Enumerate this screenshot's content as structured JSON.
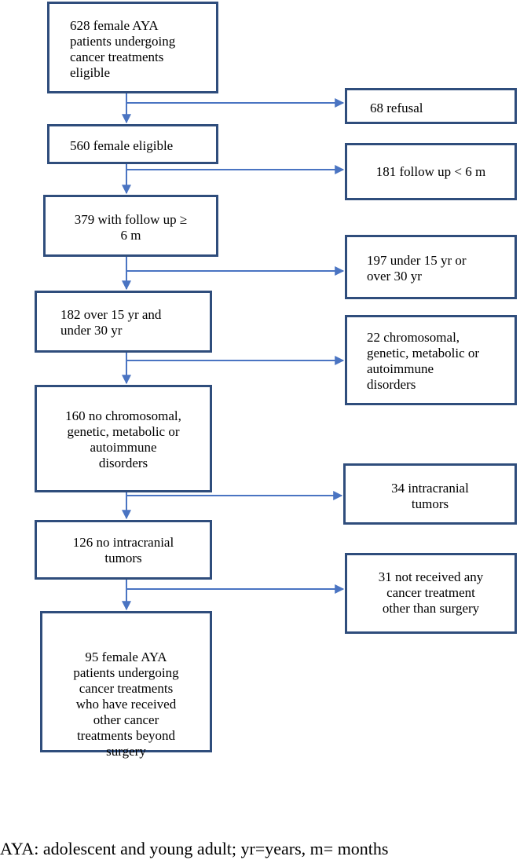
{
  "main_boxes": [
    {
      "text": "628 female AYA\npatients undergoing\ncancer treatments\neligible"
    },
    {
      "text": "560 female eligible"
    },
    {
      "text": "379 with follow up ≥\n6 m"
    },
    {
      "text": "182 over 15 yr and\nunder 30 yr"
    },
    {
      "text": "160 no chromosomal,\ngenetic, metabolic or\nautoimmune\ndisorders"
    },
    {
      "text": "126 no intracranial\ntumors"
    },
    {
      "text": "95 female AYA\npatients undergoing\ncancer treatments\nwho have received\nother cancer\ntreatments beyond\nsurgery"
    }
  ],
  "exclusion_boxes": [
    {
      "text": "68 refusal"
    },
    {
      "text": "181 follow up < 6 m"
    },
    {
      "text": "197 under 15 yr or\nover 30 yr"
    },
    {
      "text": "22 chromosomal,\ngenetic, metabolic or\nautoimmune\ndisorders"
    },
    {
      "text": "34 intracranial\ntumors"
    },
    {
      "text": "31 not received any\ncancer treatment\nother than surgery"
    }
  ],
  "caption": "AYA: adolescent and young adult; yr=years, m= months",
  "colors": {
    "line": "#4a74c2",
    "border": "#2f4d7c"
  }
}
